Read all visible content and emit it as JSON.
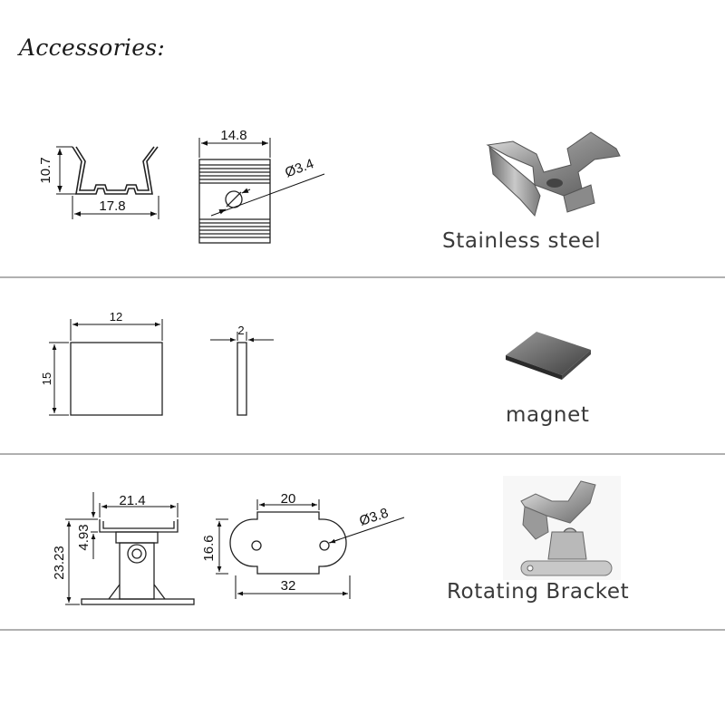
{
  "page": {
    "title": "Accessories:"
  },
  "sections": [
    {
      "name": "stainless-steel-clip",
      "caption": "Stainless steel",
      "dims": {
        "height": "10.7",
        "width": "17.8",
        "top_width": "14.8",
        "hole": "Ø3.4"
      }
    },
    {
      "name": "magnet",
      "caption": "magnet",
      "dims": {
        "width": "12",
        "height": "15",
        "thickness": "2"
      }
    },
    {
      "name": "rotating-bracket",
      "caption": "Rotating Bracket",
      "dims": {
        "top_width": "21.4",
        "small_height": "4.93",
        "total_height": "23.23",
        "slot_width": "20",
        "plate_height": "16.6",
        "hole": "Ø3.8",
        "plate_width": "32"
      }
    }
  ],
  "colors": {
    "divider": "#b0b0b0",
    "line": "#222222",
    "caption": "#3a3a3a"
  }
}
